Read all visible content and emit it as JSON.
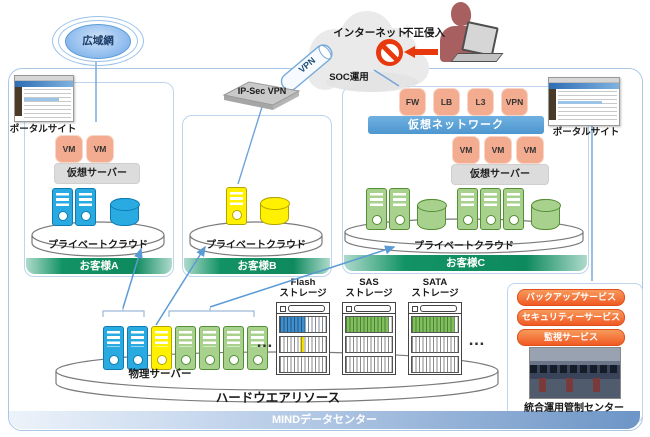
{
  "palette": {
    "blue": {
      "fill": "#29ABE2",
      "edge": "#0F7BB5"
    },
    "yellow": {
      "fill": "#FFF100",
      "edge": "#B5A400"
    },
    "green": {
      "fill": "#A9D18E",
      "edge": "#538F35"
    }
  },
  "colors": {
    "connector_line": "#5B9BD5",
    "danger_red": "#E8380D",
    "customer_bar_green": "#0E8A5E",
    "virtual_network_blue": "#4E97CF",
    "service_orange": "#F15A24",
    "datacenter_bar_blue": "#6D95C6"
  },
  "top": {
    "wan": "広域網",
    "internet": "インターネット",
    "intrusion": "不正侵入",
    "soc": "SOC運用",
    "vpn_pipe": "VPN",
    "ipsec": "IP-Sec VPN"
  },
  "portals": {
    "left": "ポータルサイト",
    "right": "ポータルサイト"
  },
  "customers": [
    {
      "name": "お客様A",
      "vms": [
        "VM",
        "VM"
      ],
      "virtual_server": "仮想サーバー",
      "platform": "プライベートクラウド",
      "icons": [
        "tower:blue",
        "tower:blue",
        "cyl:blue"
      ]
    },
    {
      "name": "お客様B",
      "platform": "プライベートクラウド",
      "icons": [
        "tower:yellow",
        "cyl:yellow"
      ]
    },
    {
      "name": "お客様C",
      "virtual_network": {
        "label": "仮想ネットワーク",
        "appliances": [
          "FW",
          "LB",
          "L3",
          "VPN"
        ]
      },
      "vms": [
        "VM",
        "VM",
        "VM"
      ],
      "virtual_server": "仮想サーバー",
      "platform": "プライベートクラウド",
      "icons": [
        "tower:green",
        "tower:green",
        "cyl:green",
        "tower:green",
        "tower:green",
        "tower:green",
        "cyl:green"
      ]
    }
  ],
  "physical": {
    "label": "物理サーバー",
    "icons": [
      "tower:blue",
      "tower:blue",
      "tower:yellow",
      "tower:green",
      "tower:green",
      "tower:green",
      "tower:green"
    ]
  },
  "decor": {
    "ellipsis": "…"
  },
  "storage": [
    {
      "type": "Flash",
      "label": "ストレージ"
    },
    {
      "type": "SAS",
      "label": "ストレージ"
    },
    {
      "type": "SATA",
      "label": "ストレージ"
    }
  ],
  "hardware": {
    "label": "ハードウエアリソース"
  },
  "services": {
    "buttons": [
      "バックアップサービス",
      "セキュリティーサービス",
      "監視サービス"
    ],
    "label": "統合運用管制センター"
  },
  "datacenter": {
    "label": "MINDデータセンター"
  }
}
